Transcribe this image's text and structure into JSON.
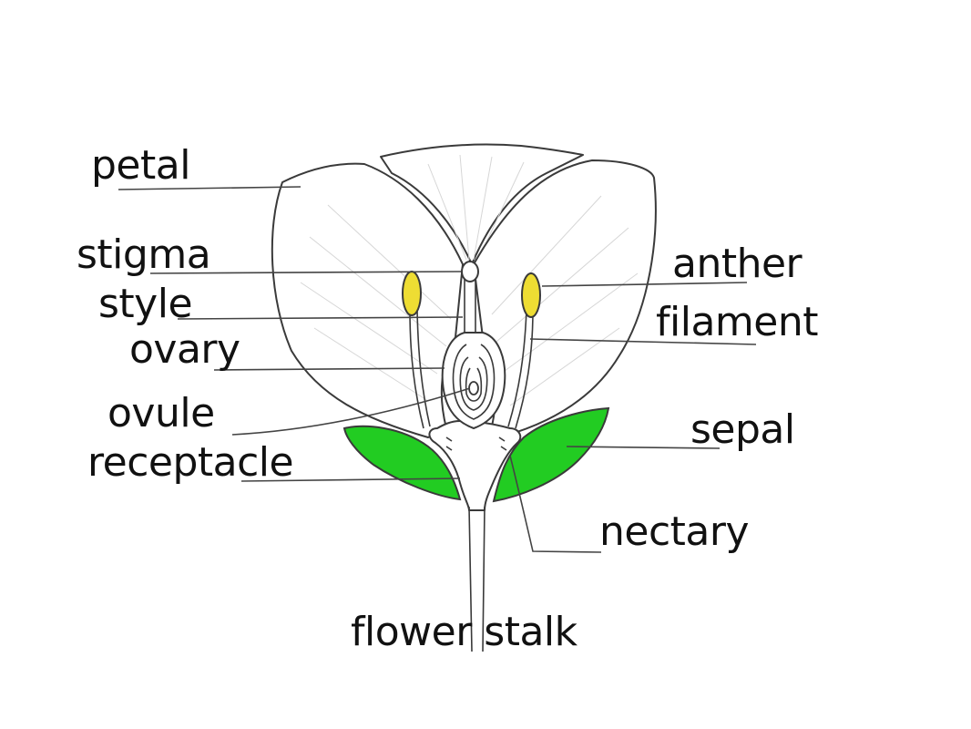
{
  "labels": {
    "petal": "petal",
    "stigma": "stigma",
    "style": "style",
    "ovary": "ovary",
    "ovule": "ovule",
    "receptacle": "receptacle",
    "anther": "anther",
    "filament": "filament",
    "sepal": "sepal",
    "nectary": "nectary",
    "flower_stalk": "flower stalk"
  },
  "colors": {
    "sepal_fill": "#22cc22",
    "anther_fill": "#eedd33",
    "outline": "#3a3a3a",
    "background": "#ffffff"
  }
}
